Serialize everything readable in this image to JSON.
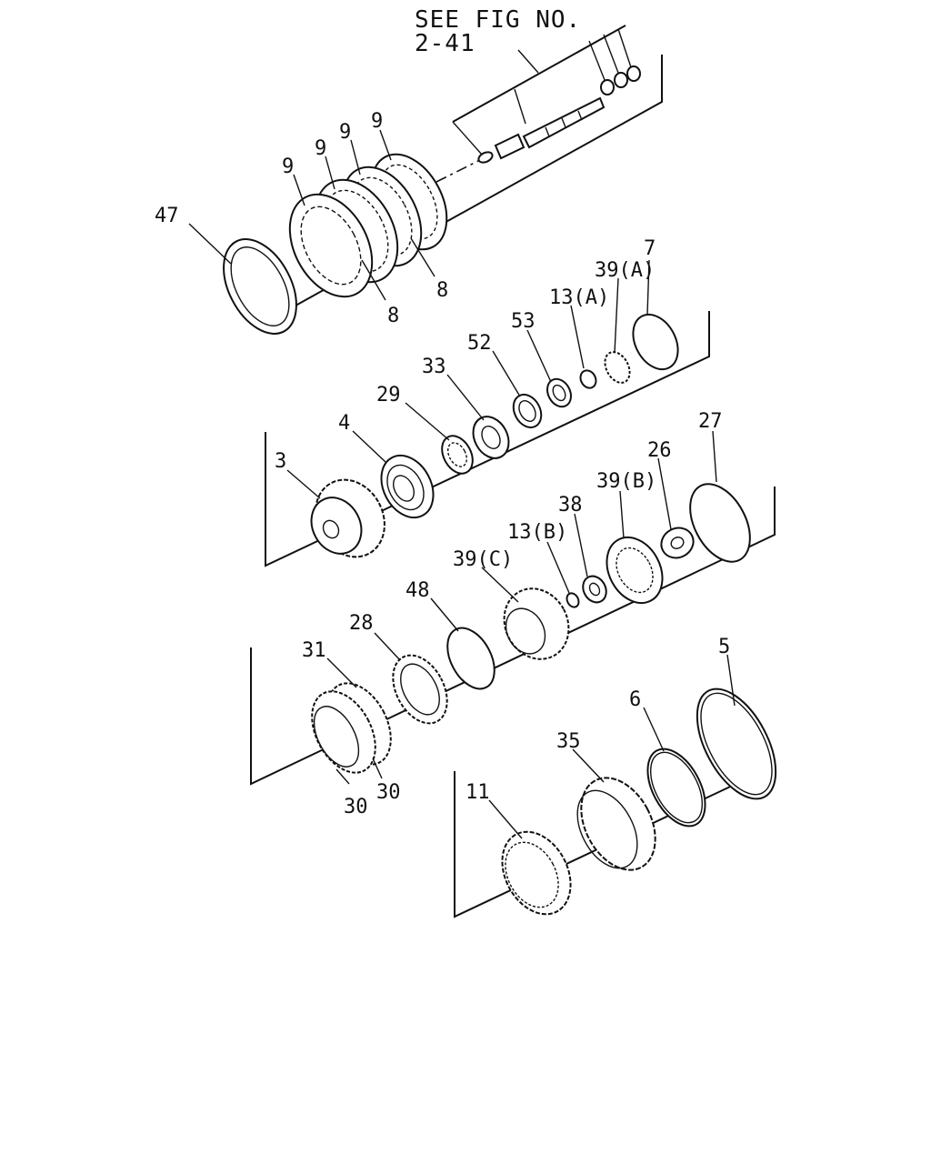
{
  "header": {
    "line1": "SEE FIG NO.",
    "line2": "2-41"
  },
  "callouts": {
    "c47": "47",
    "c9a": "9",
    "c9b": "9",
    "c9c": "9",
    "c9d": "9",
    "c8a": "8",
    "c8b": "8",
    "c7": "7",
    "c39a": "39(A)",
    "c13a": "13(A)",
    "c53": "53",
    "c52": "52",
    "c33": "33",
    "c29": "29",
    "c4": "4",
    "c3": "3",
    "c27": "27",
    "c26": "26",
    "c39b": "39(B)",
    "c38": "38",
    "c13b": "13(B)",
    "c39c": "39(C)",
    "c48": "48",
    "c28": "28",
    "c31": "31",
    "c30a": "30",
    "c30b": "30",
    "c5": "5",
    "c6": "6",
    "c35": "35",
    "c11": "11"
  }
}
